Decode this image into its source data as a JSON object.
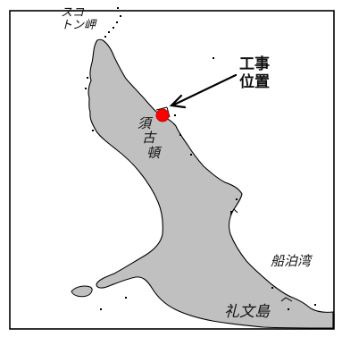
{
  "map": {
    "labels": {
      "sukoton_line1": "スコ",
      "sukoton_line2": "トン岬",
      "koji_line1": "工事",
      "koji_line2": "位置",
      "sukotomari_1": "須",
      "sukotomari_2": "古",
      "sukotomari_3": "頓",
      "funadomari": "船泊湾",
      "rebun": "礼文島"
    },
    "colors": {
      "land": "#c0c0c0",
      "coast": "#000000",
      "marker": "#ff0000",
      "border": "#000000",
      "background": "#ffffff"
    },
    "icons": {
      "site_marker": "red-dot-icon",
      "pointer": "arrow-icon"
    }
  }
}
